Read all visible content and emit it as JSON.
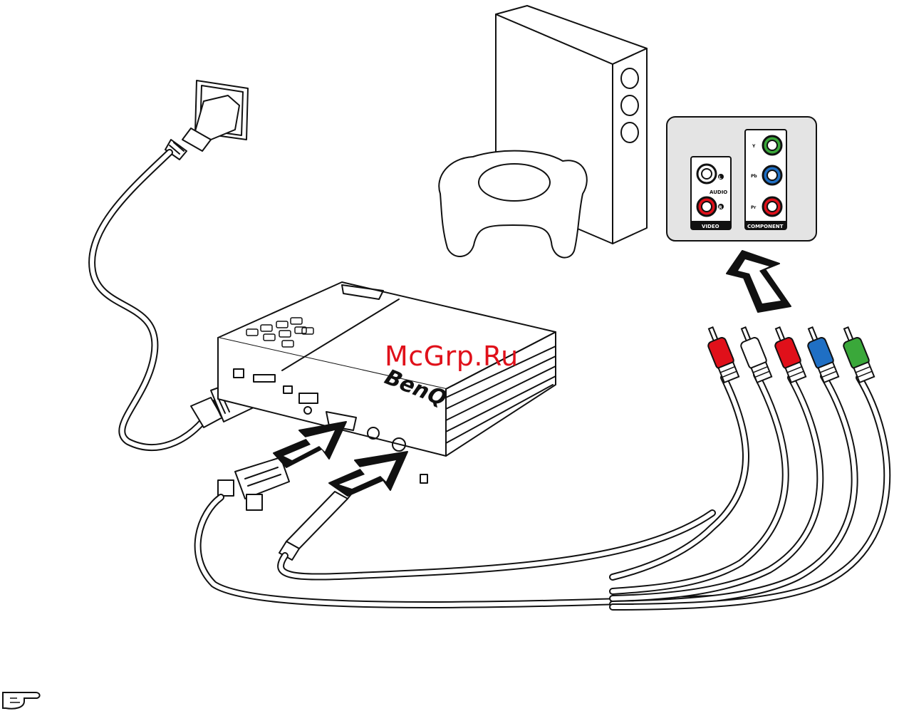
{
  "diagram": {
    "brand_logo": "BenQ",
    "watermark": "McGrp.Ru",
    "panel": {
      "video_group_label": "VIDEO",
      "audio_label": "AUDIO",
      "audio_left": "L",
      "audio_right": "R",
      "component_group_label": "COMPONENT",
      "component_y": "Y",
      "component_pb": "Pb",
      "component_pr": "Pr"
    },
    "colors": {
      "red": "#e0101a",
      "white": "#ffffff",
      "blue": "#1f6fc4",
      "green": "#3aa83a",
      "panel_bg": "#e4e4e4",
      "ink": "#111111"
    },
    "icons": [
      "power-plug-icon",
      "wall-socket-icon",
      "game-console-icon",
      "gamepad-icon",
      "projector-icon",
      "vga-connector-icon",
      "audio-jack-icon",
      "rca-plug-icon",
      "arrow-icon",
      "note-hand-icon"
    ]
  }
}
